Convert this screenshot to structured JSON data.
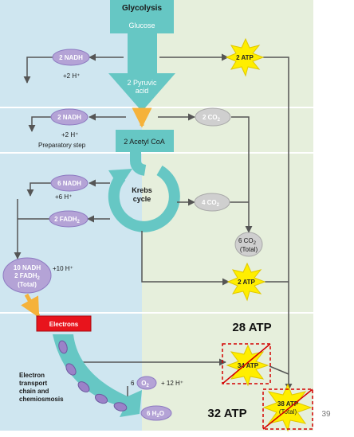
{
  "stages": {
    "glycolysis_title": "Glycolysis",
    "glucose": "Glucose",
    "pyruvic_line1": "2 Pyruvic",
    "pyruvic_line2": "acid",
    "acetyl_coa": "2 Acetyl CoA",
    "krebs_line1": "Krebs",
    "krebs_line2": "cycle",
    "preparatory_step": "Preparatory step",
    "electrons": "Electrons",
    "etc_line1": "Electron",
    "etc_line2": "transport",
    "etc_line3": "chain and",
    "etc_line4": "chemiosmosis"
  },
  "carriers": {
    "glycolysis_nadh": "2 NADH",
    "glycolysis_h": "+2 H⁺",
    "prep_nadh": "2 NADH",
    "prep_h": "+2 H⁺",
    "krebs_nadh": "6 NADH",
    "krebs_h": "+6 H⁺",
    "krebs_fadh_main": "2 FADH",
    "krebs_fadh_sub": "2",
    "total_line1": "10 NADH",
    "total_line2_main": "2 FADH",
    "total_line2_sub": "2",
    "total_line3": "(Total)",
    "total_h": "+10 H⁺"
  },
  "products": {
    "co2_prep_main": "2 CO",
    "co2_prep_sub": "2",
    "co2_krebs_main": "4 CO",
    "co2_krebs_sub": "2",
    "co2_total_main": "6 CO",
    "co2_total_sub": "2",
    "co2_total_label": "(Total)",
    "o2_coef": "6",
    "o2_main": "O",
    "o2_sub": "2",
    "etc_h": "+ 12 H⁺",
    "water_main": "6 H",
    "water_sub": "2",
    "water_tail": "O"
  },
  "atp": {
    "glycolysis": "2 ATP",
    "krebs": "2 ATP",
    "etc_line1": "34 ATP",
    "total_line1": "38 ATP",
    "total_line2": "(Total)"
  },
  "annotations": {
    "corrected_etc": "28 ATP",
    "corrected_total": "32 ATP",
    "slide_number": "39"
  },
  "colors": {
    "left_panel": "#cfe6f0",
    "right_panel": "#e6efdc",
    "teal": "#66c7c4",
    "purple": "#b4a3d6",
    "gray_co2": "#cfcfcf",
    "atp_star": "#ffee00",
    "electrons_box": "#e8141c",
    "correction_red": "#d40000"
  }
}
